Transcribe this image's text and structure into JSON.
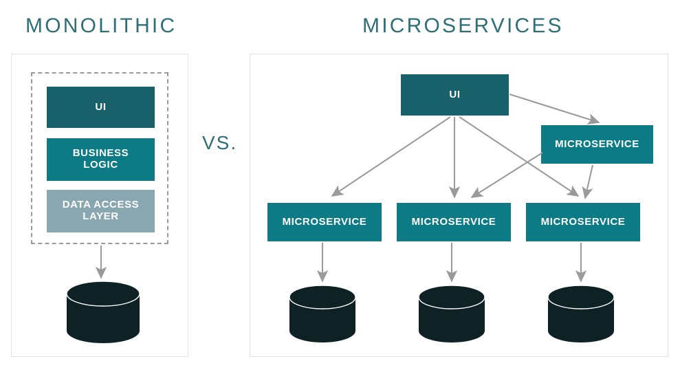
{
  "diagram": {
    "background_color": "#ffffff",
    "panels": [
      {
        "id": "monolithic",
        "title": "MONOLITHIC"
      },
      {
        "id": "microservices",
        "title": "MICROSERVICES"
      }
    ],
    "comparator_label": "VS.",
    "colors": {
      "title_teal": "#2e6e78",
      "box_dark_teal": "#18606a",
      "box_teal": "#0d7b85",
      "box_gray_blue": "#88a7b0",
      "arrow_gray": "#9a9a9a",
      "dashed_border_gray": "#9a9a9a",
      "panel_border": "#e2e2e2",
      "database_dark": "#0e2225",
      "label_white": "#ffffff"
    }
  },
  "monolithic": {
    "title": "MONOLITHIC",
    "layers": [
      {
        "label": "UI",
        "fill": "dark"
      },
      {
        "label": "BUSINESS\nLOGIC",
        "fill": "teal",
        "line1": "BUSINESS",
        "line2": "LOGIC"
      },
      {
        "label": "DATA ACCESS\nLAYER",
        "fill": "gray",
        "line1": "DATA ACCESS",
        "line2": "LAYER"
      }
    ],
    "database_count": 1,
    "database_icon": "database-cylinder-icon"
  },
  "microservices": {
    "title": "MICROSERVICES",
    "ui_label": "UI",
    "service_right_label": "MICROSERVICE",
    "services": [
      {
        "label": "MICROSERVICE"
      },
      {
        "label": "MICROSERVICE"
      },
      {
        "label": "MICROSERVICE"
      }
    ],
    "database_count": 3,
    "database_icon": "database-cylinder-icon"
  }
}
